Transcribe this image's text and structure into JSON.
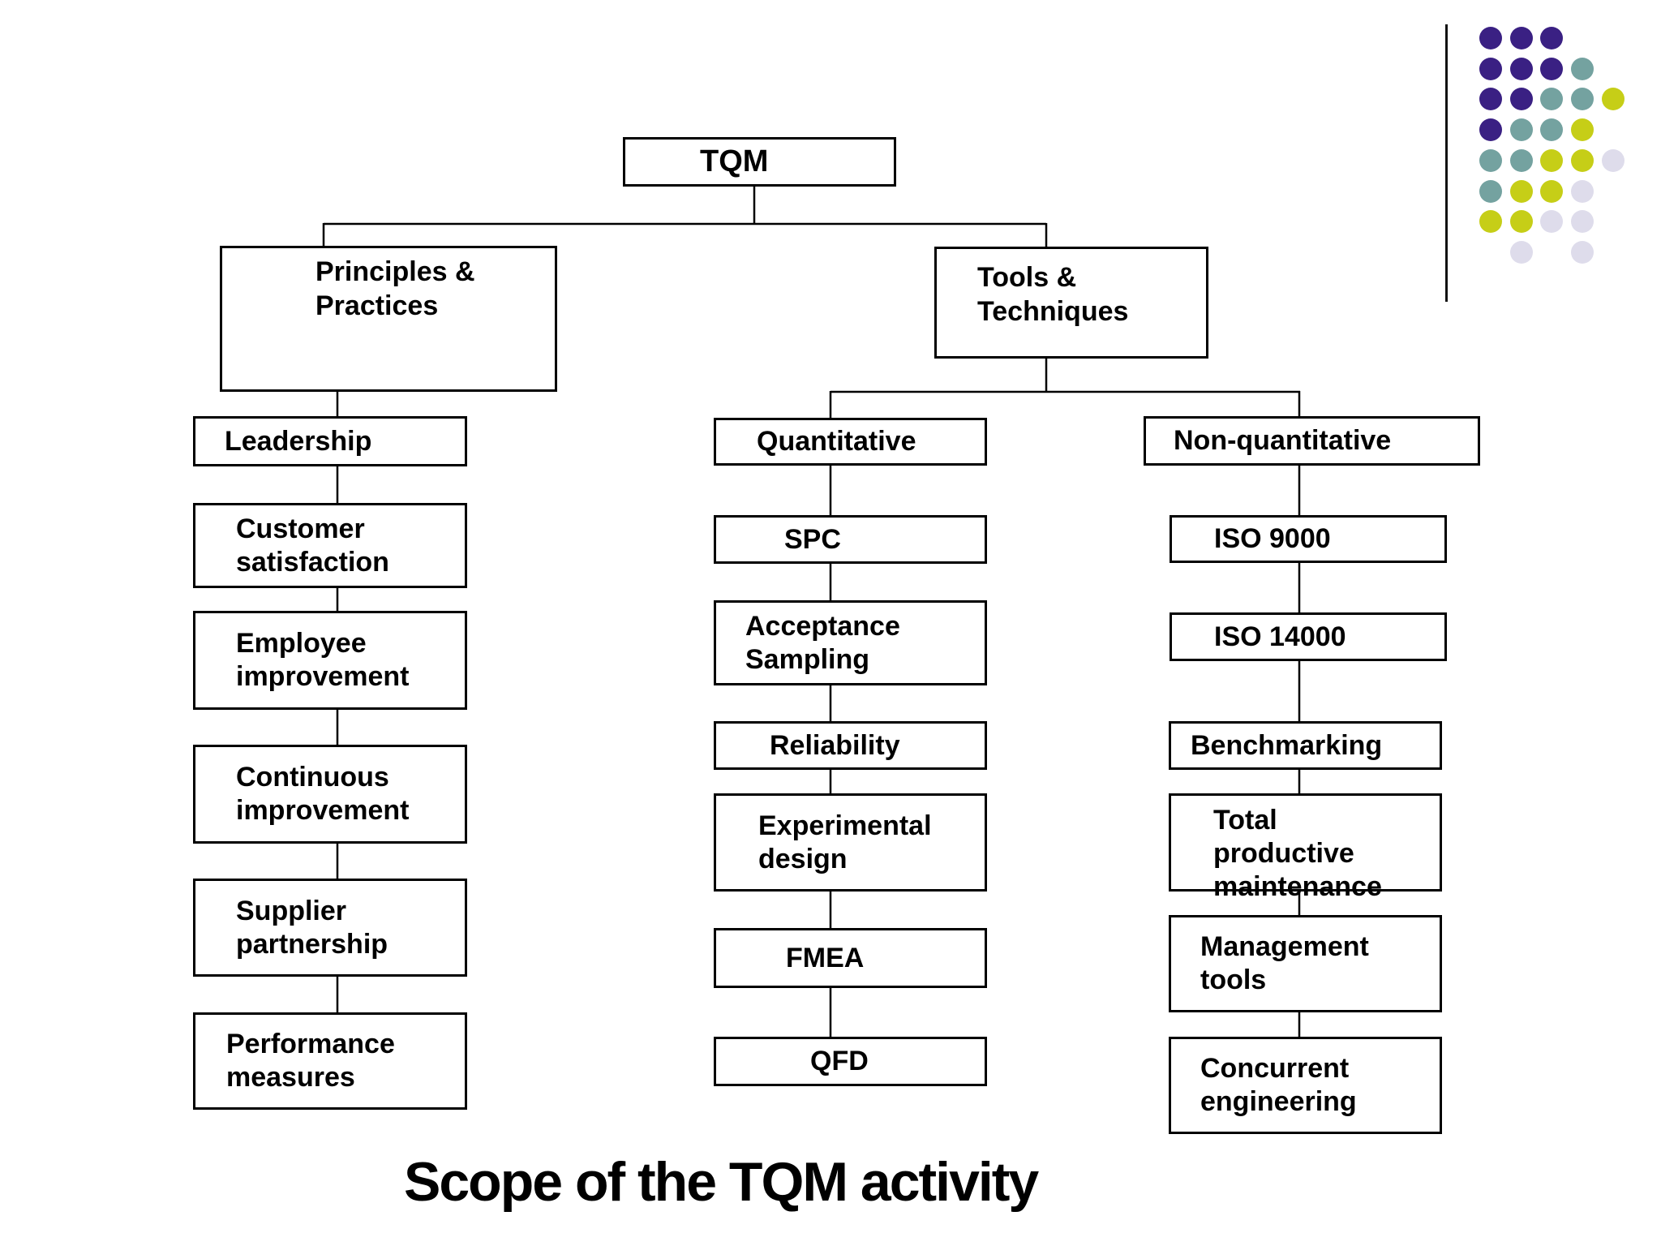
{
  "slide": {
    "title": "Scope of the TQM activity"
  },
  "nodes": {
    "tqm": "TQM",
    "principles_practices": "Principles &\nPractices",
    "tools_techniques": "Tools &\nTechniques",
    "leadership": "Leadership",
    "customer_satisfaction": "Customer\nsatisfaction",
    "employee_improvement": "Employee\nimprovement",
    "continuous_improvement": "Continuous\nimprovement",
    "supplier_partnership": "Supplier\npartnership",
    "performance_measures": "Performance\nmeasures",
    "quantitative": "Quantitative",
    "spc": "SPC",
    "acceptance_sampling": "Acceptance\nSampling",
    "reliability": "Reliability",
    "experimental_design": "Experimental\ndesign",
    "fmea": "FMEA",
    "qfd": "QFD",
    "non_quantitative": "Non-quantitative",
    "iso_9000": "ISO 9000",
    "iso_14000": "ISO 14000",
    "benchmarking": "Benchmarking",
    "total_productive_maintenance": "Total\nproductive\nmaintenance",
    "management_tools": "Management\ntools",
    "concurrent_engineering": "Concurrent\nengineering"
  },
  "decoration": {
    "colors": {
      "P": "#3A2083",
      "T": "#74A2A0",
      "Y": "#C6CE17",
      "L": "#DEDCEB"
    },
    "pattern": [
      "PPP..",
      "PPPT.",
      "PPTTY",
      "PTTY.",
      "TTYYL",
      "TYYL.",
      "YYLL.",
      ".L.L."
    ]
  }
}
